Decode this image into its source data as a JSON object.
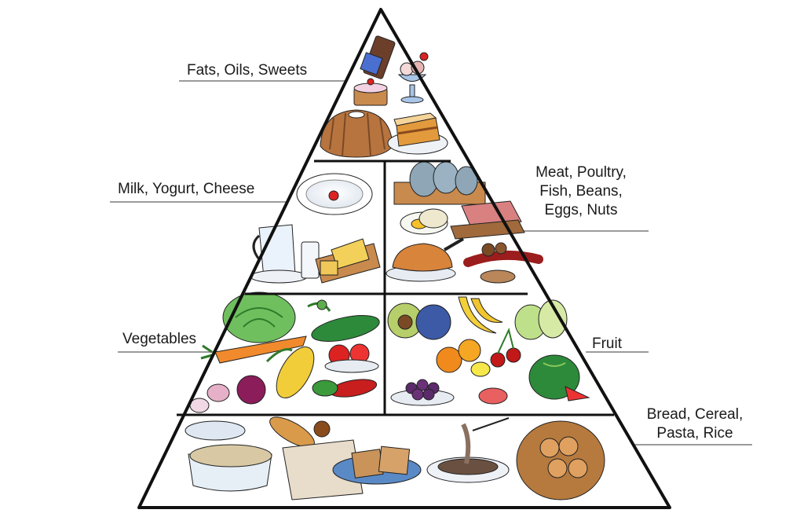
{
  "labels": {
    "fats": "Fats, Oils, Sweets",
    "milk": "Milk, Yogurt, Cheese",
    "meat": [
      "Meat, Poultry,",
      "Fish, Beans,",
      "Eggs, Nuts"
    ],
    "vegetables": "Vegetables",
    "fruit": "Fruit",
    "bread": [
      "Bread, Cereal,",
      "Pasta, Rice"
    ]
  },
  "colors": {
    "outline": "#111111",
    "leader": "#7a7a7a"
  }
}
